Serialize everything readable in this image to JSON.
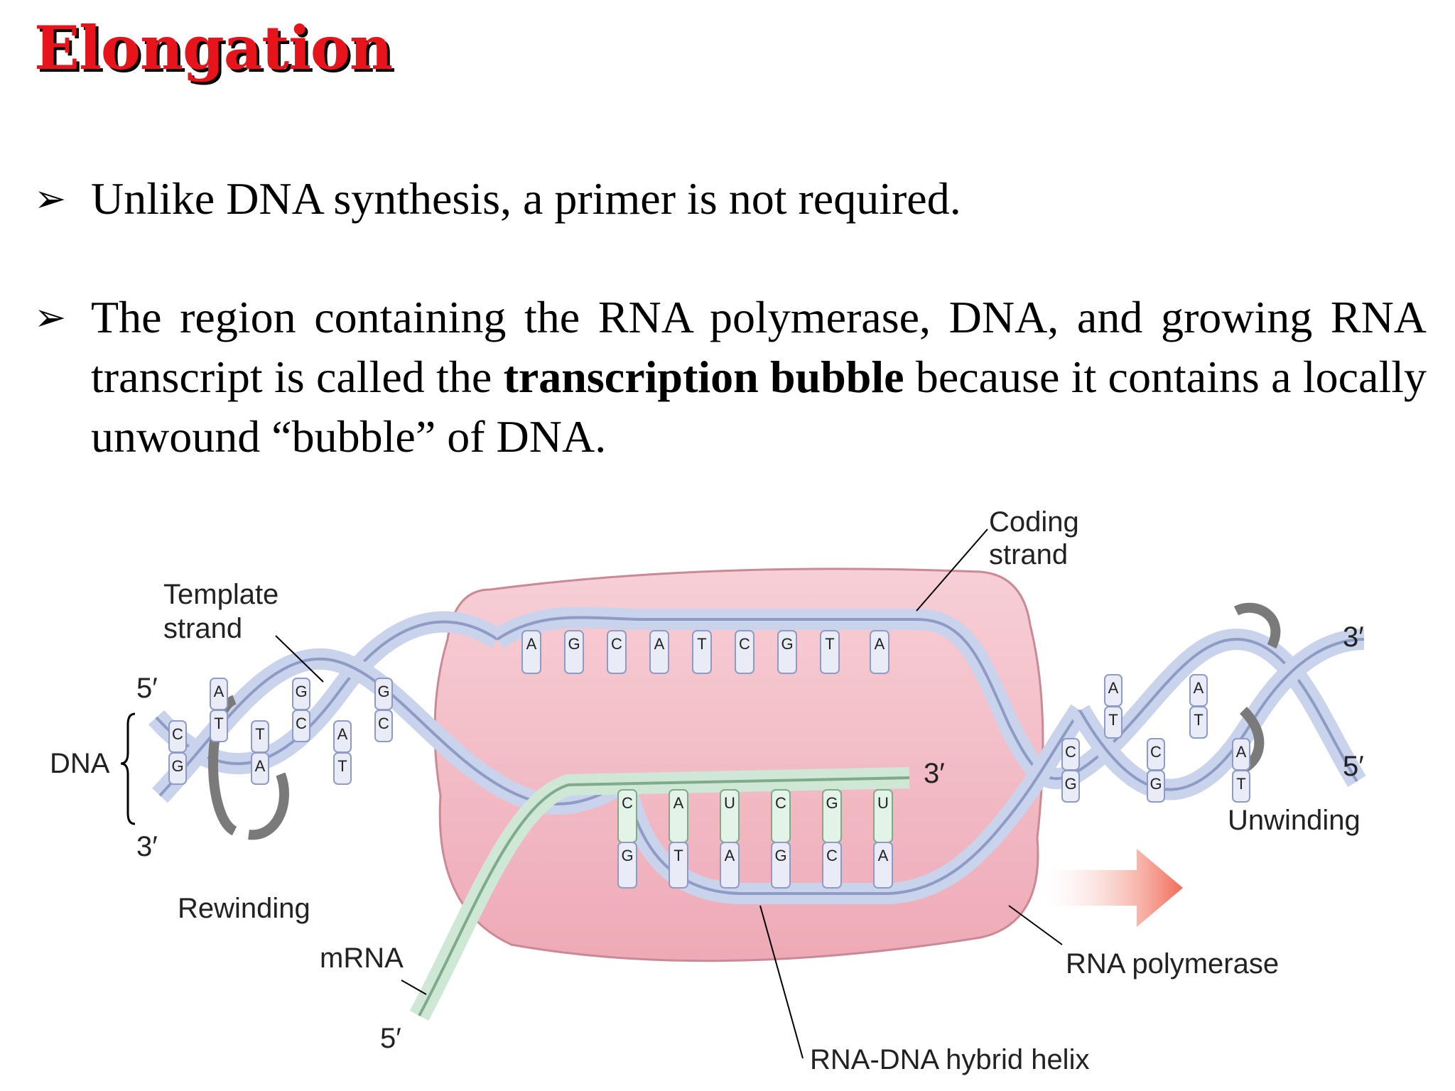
{
  "slide": {
    "title": "Elongation",
    "bullet_glyph": "➢",
    "bullets": [
      {
        "text": "Unlike DNA synthesis, a primer is not required."
      },
      {
        "text_before": "The region containing the RNA polymerase, DNA, and growing RNA transcript is called the ",
        "bold": "transcription bubble",
        "text_after": " because it contains a locally unwound “bubble” of DNA."
      }
    ]
  },
  "figure": {
    "labels": {
      "coding_strand_1": "Coding",
      "coding_strand_2": "strand",
      "template_strand_1": "Template",
      "template_strand_2": "strand",
      "dna": "DNA",
      "five_prime_left": "5′",
      "three_prime_left": "3′",
      "three_prime_right": "3′",
      "five_prime_right": "5′",
      "three_prime_rna": "3′",
      "five_prime_mrna": "5′",
      "rewinding": "Rewinding",
      "unwinding": "Unwinding",
      "mrna": "mRNA",
      "rna_polymerase": "RNA polymerase",
      "hybrid_helix": "RNA-DNA hybrid helix"
    },
    "coding_bases": [
      "A",
      "G",
      "C",
      "A",
      "T",
      "C",
      "G",
      "T",
      "A"
    ],
    "rna_bases": [
      "C",
      "A",
      "U",
      "C",
      "G",
      "U"
    ],
    "template_hybrid_bases": [
      "G",
      "T",
      "A",
      "G",
      "C",
      "A"
    ],
    "left_helix_bases": [
      "C",
      "G",
      "A",
      "T",
      "T",
      "A",
      "G",
      "C",
      "A",
      "T",
      "G",
      "C"
    ],
    "right_helix_bases": [
      "C",
      "G",
      "A",
      "T",
      "C",
      "G",
      "A",
      "T",
      "A",
      "T"
    ],
    "colors": {
      "title": "#e8141b",
      "polymerase": "#f3bcc6",
      "dna_strand": "#c9d3ec",
      "rna_strand": "#cfe8d6",
      "arrow": "#f06c59"
    }
  }
}
